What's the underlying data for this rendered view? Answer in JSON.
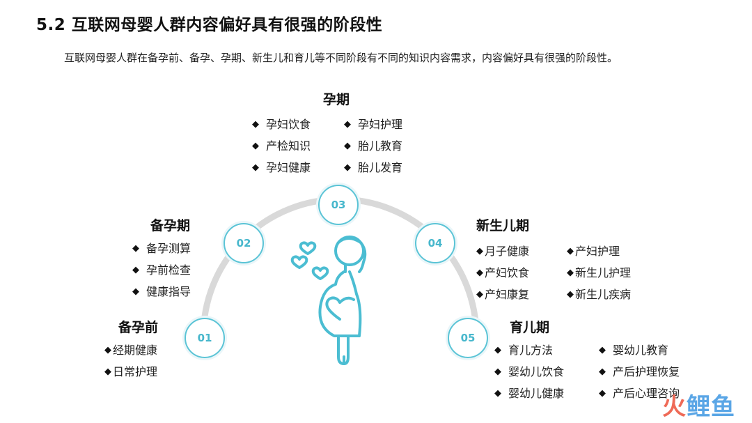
{
  "title": "5.2 互联网母婴人群内容偏好具有很强的阶段性",
  "intro": "互联网母婴人群在备孕前、备孕、孕期、新生儿和育儿等不同阶段有不同的知识内容需求，内容偏好具有很强的阶段性。",
  "colors": {
    "accent": "#5bc4d6",
    "arc": "#d9d9d9",
    "text": "#222222"
  },
  "nodes": [
    "01",
    "02",
    "03",
    "04",
    "05"
  ],
  "stages": {
    "prepregnancy_before": {
      "title": "备孕前",
      "items": [
        "经期健康",
        "日常护理"
      ]
    },
    "prepregnancy": {
      "title": "备孕期",
      "items": [
        "备孕测算",
        "孕前检查",
        "健康指导"
      ]
    },
    "pregnancy": {
      "title": "孕期",
      "items": [
        "孕妇饮食",
        "孕妇护理",
        "产检知识",
        "胎儿教育",
        "孕妇健康",
        "胎儿发育"
      ]
    },
    "newborn": {
      "title": "新生儿期",
      "items": [
        "月子健康",
        "产妇护理",
        "产妇饮食",
        "新生儿护理",
        "产妇康复",
        "新生儿疾病"
      ]
    },
    "parenting": {
      "title": "育儿期",
      "items": [
        "育儿方法",
        "婴幼儿教育",
        "婴幼儿饮食",
        "产后护理恢复",
        "婴幼儿健康",
        "产后心理咨询"
      ]
    }
  },
  "watermark": {
    "fire": "火",
    "rest": "鲤鱼"
  },
  "icons": {
    "bullet": "diamond",
    "illustration": "pregnant-woman-icon",
    "hearts": "heart-icon"
  }
}
